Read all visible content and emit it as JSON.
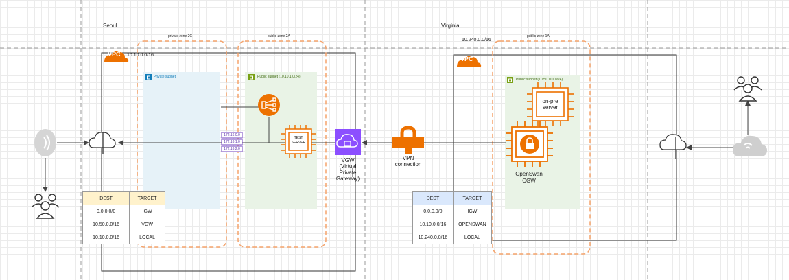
{
  "regions": {
    "seoul": "Seoul",
    "virginia": "Virginia"
  },
  "seoul_vpc": {
    "badge": "VPC",
    "cidr": "10.10.0.0/16"
  },
  "virginia_vpc": {
    "badge": "VPC",
    "cidr": "10.240.0.0/16"
  },
  "zones": {
    "private_2c": "private zone 2C",
    "public_2a": "public zone 2A",
    "public_1a": "public zone 1A"
  },
  "subnets": {
    "private": "Private subnet",
    "public_2a": "Public subnet (10.10.1.0/24)",
    "public_1a": "Public subnet (10.50.100.0/24)"
  },
  "routes_labels": [
    "172.16.0.0",
    "172.16.1.0",
    "172.16.2.0"
  ],
  "test_server": "TEST SERVER",
  "vgw": {
    "line1": "VGW",
    "line2": "(Virtual",
    "line3": "Private",
    "line4": "Gateway)"
  },
  "vpn": {
    "line1": "VPN",
    "line2": "connection"
  },
  "onprem": {
    "line1": "on-pre",
    "line2": "server"
  },
  "cgw": {
    "line1": "OpenSwan",
    "line2": "CGW"
  },
  "seoul_table": {
    "headers": [
      "DEST",
      "TARGET"
    ],
    "rows": [
      [
        "0.0.0.0/0",
        "IGW"
      ],
      [
        "10.50.0.0/16",
        "VGW"
      ],
      [
        "10.10.0.0/16",
        "LOCAL"
      ]
    ]
  },
  "virginia_table": {
    "headers": [
      "DEST",
      "TARGET"
    ],
    "rows": [
      [
        "0.0.0.0/0",
        "IGW"
      ],
      [
        "10.10.0.0/16",
        "OPENSWAN"
      ],
      [
        "10.240.0.0/16",
        "LOCAL"
      ]
    ]
  },
  "colors": {
    "aws_orange": "#ED7100",
    "vgw_purple": "#8C4FFF",
    "subnet_blue": "#E6F2F8",
    "subnet_green": "#E9F3E6",
    "seoul_header": "#FFF2CC",
    "virginia_header": "#DAE8FC"
  }
}
